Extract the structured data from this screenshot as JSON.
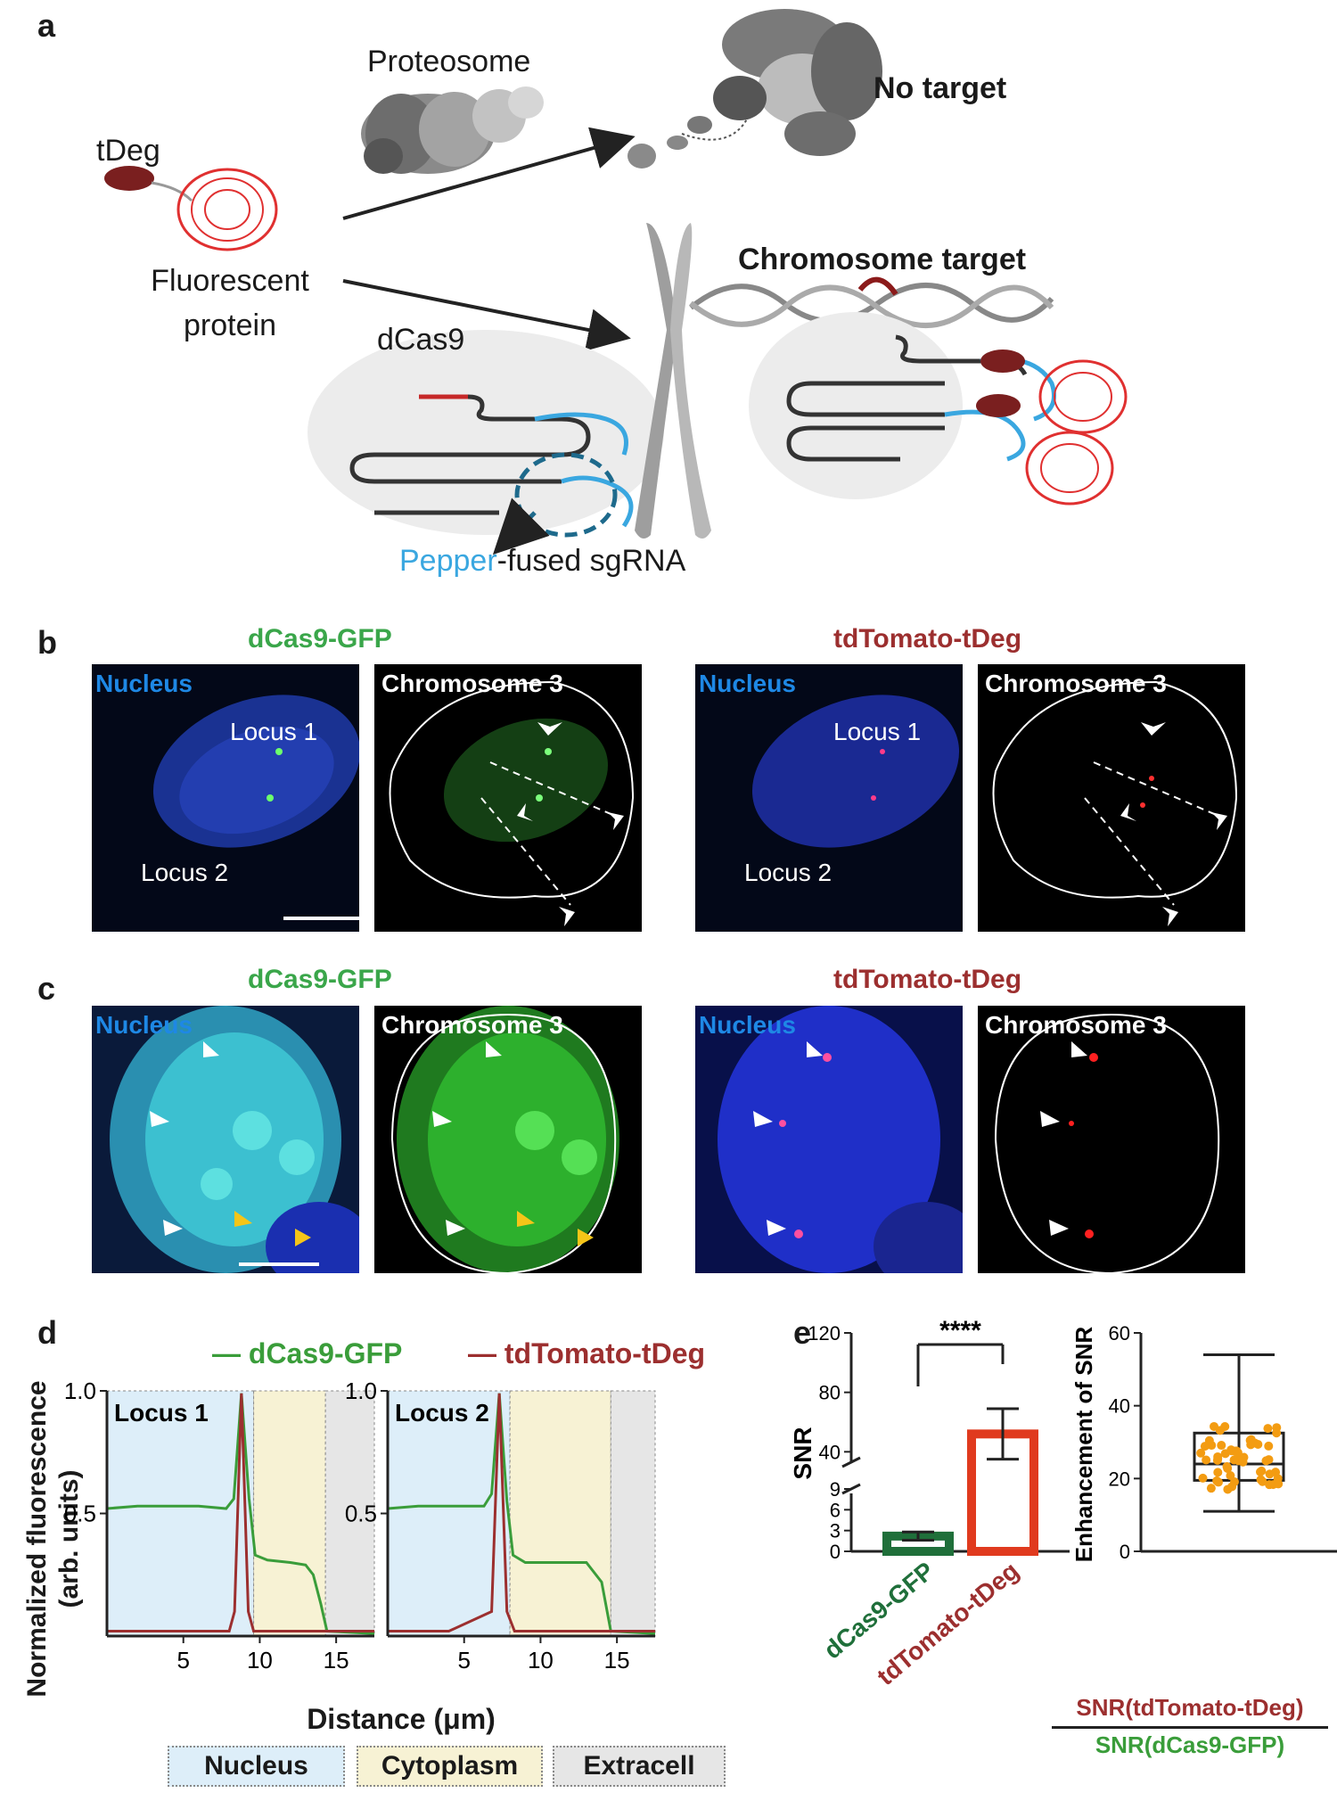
{
  "panel_a": {
    "label": "a",
    "proteosome": "Proteosome",
    "no_target": "No target",
    "tdeg": "tDeg",
    "fluorescent_protein": "Fluorescent\nprotein",
    "dcas9": "dCas9",
    "chromosome_target": "Chromosome target",
    "pepper": "Pepper",
    "pepper_suffix": "-fused sgRNA"
  },
  "panel_b": {
    "label": "b",
    "title_gfp": "dCas9-GFP",
    "title_tom": "tdTomato-tDeg",
    "nucleus": "Nucleus",
    "chromosome": "Chromosome 3",
    "locus1": "Locus 1",
    "locus2": "Locus 2"
  },
  "panel_c": {
    "label": "c",
    "title_gfp": "dCas9-GFP",
    "title_tom": "tdTomato-tDeg",
    "nucleus": "Nucleus",
    "chromosome": "Chromosome 3"
  },
  "panel_d": {
    "label": "d",
    "legend_gfp": "dCas9-GFP",
    "legend_tom": "tdTomato-tDeg",
    "ylabel": "Normalized fluorescence\n(arb. units)",
    "xlabel": "Distance (μm)",
    "region_nucleus": "Nucleus",
    "region_cytoplasm": "Cytoplasm",
    "region_extracell": "Extracell",
    "colors": {
      "gfp": "#3a9d3a",
      "tom": "#9c2f2f",
      "nucleus_bg": "#ddeef9",
      "cyto_bg": "#f7f2d4",
      "extra_bg": "#e6e6e6"
    }
  },
  "panel_e": {
    "label": "e",
    "sig": "****",
    "ylabel_left": "SNR",
    "ylabel_right": "Enhancement of SNR",
    "xcat_gfp": "dCas9-GFP",
    "xcat_tom": "tdTomato-tDeg",
    "ratio_num": "SNR(tdTomato-tDeg)",
    "ratio_den": "SNR(dCas9-GFP)",
    "colors": {
      "gfp": "#1f6f3a",
      "tom": "#e03a1e",
      "box": "#f39c12"
    }
  },
  "chart_data": [
    {
      "type": "line",
      "title": "Locus 1",
      "xlabel": "Distance (μm)",
      "ylabel": "Normalized fluorescence (arb. units)",
      "xlim": [
        0,
        17.5
      ],
      "ylim": [
        0,
        1.0
      ],
      "xticks": [
        5,
        10,
        15
      ],
      "yticks": [
        0.5,
        1.0
      ],
      "regions": [
        {
          "name": "Nucleus",
          "range": [
            0,
            9.6
          ]
        },
        {
          "name": "Cytoplasm",
          "range": [
            9.6,
            14.3
          ]
        },
        {
          "name": "Extracell",
          "range": [
            14.3,
            17.5
          ]
        }
      ],
      "series": [
        {
          "name": "dCas9-GFP",
          "x": [
            0,
            2,
            4,
            6,
            7.8,
            8.3,
            8.8,
            9.3,
            9.7,
            10.5,
            12,
            13,
            13.5,
            14.0,
            14.4,
            17.5
          ],
          "values": [
            0.52,
            0.53,
            0.53,
            0.53,
            0.52,
            0.56,
            0.99,
            0.56,
            0.33,
            0.31,
            0.3,
            0.29,
            0.25,
            0.13,
            0.02,
            0.01
          ]
        },
        {
          "name": "tdTomato-tDeg",
          "x": [
            0,
            4,
            8,
            8.35,
            8.8,
            9.25,
            9.6,
            12,
            17.5
          ],
          "values": [
            0.02,
            0.02,
            0.02,
            0.1,
            0.99,
            0.1,
            0.02,
            0.02,
            0.02
          ]
        }
      ]
    },
    {
      "type": "line",
      "title": "Locus 2",
      "xlabel": "Distance (μm)",
      "ylabel": "",
      "xlim": [
        0,
        17.5
      ],
      "ylim": [
        0,
        1.0
      ],
      "xticks": [
        5,
        10,
        15
      ],
      "yticks": [
        0.5,
        1.0
      ],
      "regions": [
        {
          "name": "Nucleus",
          "range": [
            0,
            8.0
          ]
        },
        {
          "name": "Cytoplasm",
          "range": [
            8.0,
            14.6
          ]
        },
        {
          "name": "Extracell",
          "range": [
            14.6,
            17.5
          ]
        }
      ],
      "series": [
        {
          "name": "dCas9-GFP",
          "x": [
            0,
            2,
            4,
            6.3,
            6.8,
            7.3,
            7.8,
            8.2,
            9,
            11,
            13,
            14.0,
            14.6,
            17.5
          ],
          "values": [
            0.52,
            0.53,
            0.53,
            0.53,
            0.58,
            0.99,
            0.55,
            0.33,
            0.3,
            0.3,
            0.3,
            0.22,
            0.02,
            0.01
          ]
        },
        {
          "name": "tdTomato-tDeg",
          "x": [
            0,
            4,
            6.8,
            7.3,
            7.8,
            8.3,
            12,
            17.5
          ],
          "values": [
            0.02,
            0.02,
            0.1,
            0.99,
            0.1,
            0.02,
            0.02,
            0.02
          ]
        }
      ]
    },
    {
      "type": "bar",
      "title": "",
      "ylabel": "SNR",
      "categories": [
        "dCas9-GFP",
        "tdTomato-tDeg"
      ],
      "values": [
        2.2,
        52
      ],
      "error": [
        0.6,
        17
      ],
      "yticks": [
        0,
        3,
        6,
        9,
        40,
        80,
        120
      ],
      "axis_break": [
        9,
        30
      ],
      "annotation": "****"
    },
    {
      "type": "box",
      "ylabel": "Enhancement of SNR",
      "ylim": [
        0,
        60
      ],
      "yticks": [
        0,
        20,
        40,
        60
      ],
      "min": 11,
      "q1": 19.5,
      "median": 24,
      "q3": 32.5,
      "max": 54
    }
  ]
}
